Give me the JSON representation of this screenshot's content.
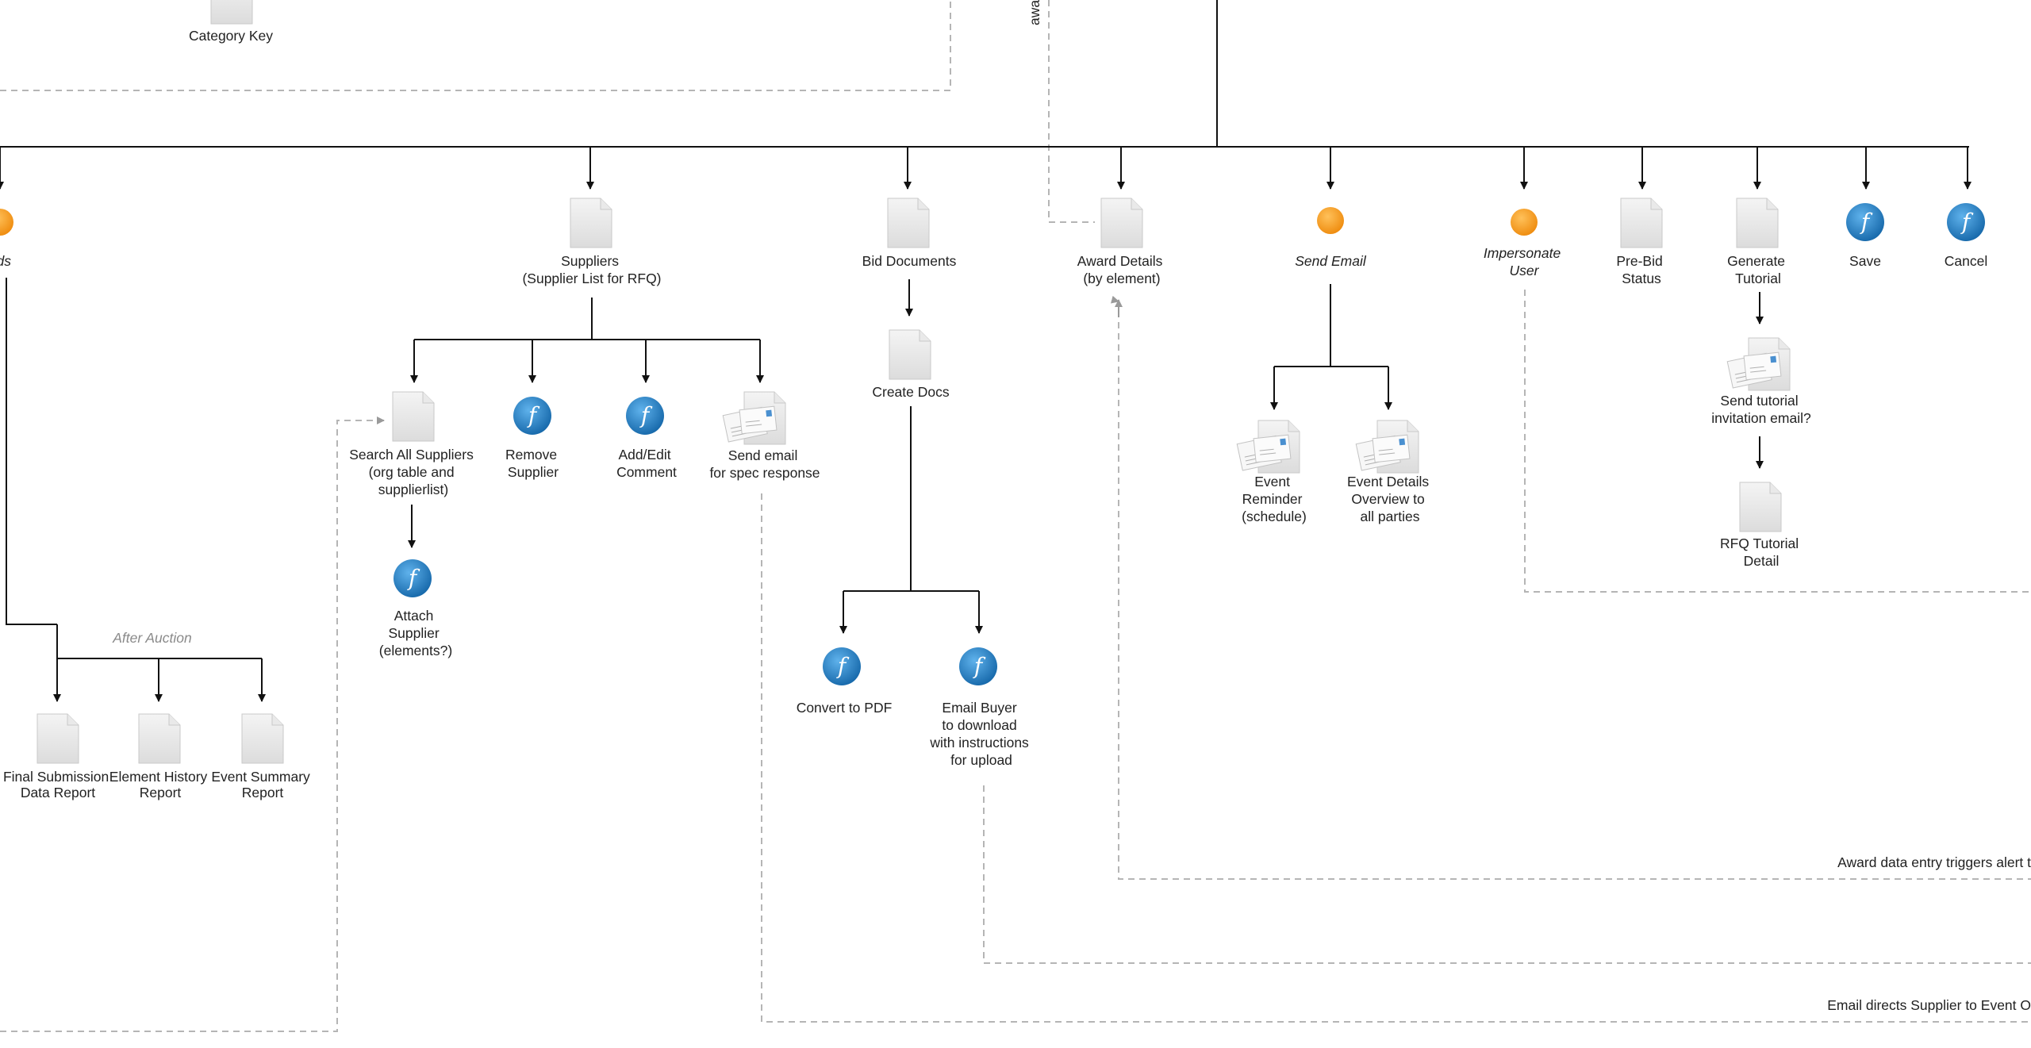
{
  "nodes": {
    "category_key": {
      "label": [
        "Category Key"
      ]
    },
    "left_partial": {
      "label": [
        "ds"
      ]
    },
    "suppliers": {
      "label": [
        "Suppliers",
        "(Supplier List for RFQ)"
      ]
    },
    "bid_documents": {
      "label": [
        "Bid Documents"
      ]
    },
    "award_details": {
      "label": [
        "Award Details",
        "(by element)"
      ]
    },
    "send_email": {
      "label": [
        "Send Email"
      ]
    },
    "impersonate_user": {
      "label": [
        "Impersonate",
        "User"
      ]
    },
    "pre_bid_status": {
      "label": [
        "Pre-Bid",
        "Status"
      ]
    },
    "generate_tutorial": {
      "label": [
        "Generate",
        "Tutorial"
      ]
    },
    "save": {
      "label": [
        "Save"
      ]
    },
    "cancel": {
      "label": [
        "Cancel"
      ]
    },
    "search_all_suppliers": {
      "label": [
        "Search All Suppliers",
        "(org table and",
        "supplierlist)"
      ]
    },
    "remove_supplier": {
      "label": [
        "Remove",
        "Supplier"
      ]
    },
    "add_edit_comment": {
      "label": [
        "Add/Edit",
        "Comment"
      ]
    },
    "send_email_spec": {
      "label": [
        "Send email",
        "for spec response"
      ]
    },
    "attach_supplier": {
      "label": [
        "Attach",
        "Supplier",
        "(elements?)"
      ]
    },
    "create_docs": {
      "label": [
        "Create Docs"
      ]
    },
    "event_reminder": {
      "label": [
        "Event",
        "Reminder",
        "(schedule)"
      ]
    },
    "event_details_overview": {
      "label": [
        "Event Details",
        "Overview to",
        "all parties"
      ]
    },
    "send_tutorial_invitation": {
      "label": [
        "Send tutorial",
        "invitation email?"
      ]
    },
    "rfq_tutorial_detail": {
      "label": [
        "RFQ Tutorial",
        "Detail"
      ]
    },
    "convert_to_pdf": {
      "label": [
        "Convert to PDF"
      ]
    },
    "email_buyer": {
      "label": [
        "Email Buyer",
        "to download",
        "with instructions",
        "for upload"
      ]
    },
    "final_submission_report": {
      "label": [
        "Final Submission",
        "Data Report"
      ]
    },
    "element_history_report": {
      "label": [
        "Element History",
        "Report"
      ]
    },
    "event_summary_report": {
      "label": [
        "Event Summary",
        "Report"
      ]
    }
  },
  "annotations": {
    "after_auction": "After Auction",
    "award_alert": "Award data entry triggers alert t",
    "email_directs": "Email directs Supplier to Event O",
    "rotated_partial": "awa"
  },
  "icon_types": {
    "document": "document-icon",
    "function": "function-icon",
    "email": "email-icon",
    "action": "action-dot-icon"
  },
  "colors": {
    "function_blue": "#1a7cc4",
    "action_orange": "#f39a1e",
    "line": "#111111",
    "dashed": "#b5b5b5"
  },
  "function_glyph": "f"
}
